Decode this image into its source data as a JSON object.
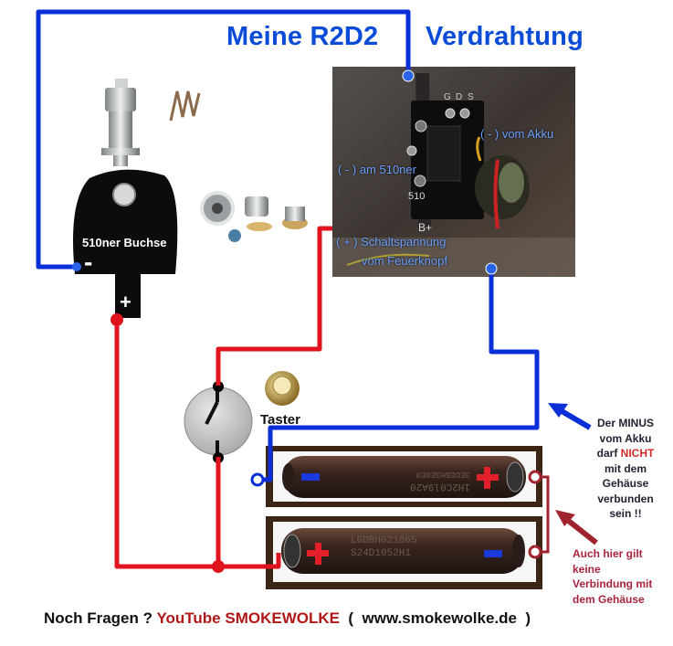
{
  "title": {
    "left": "Meine R2D2",
    "right": "Verdrahtung"
  },
  "labels": {
    "socket": "510ner Buchse",
    "socket_minus": "-",
    "socket_plus": "+",
    "button": "Taster",
    "board_510_minus": "( - ) am 510ner",
    "board_battery_minus": "( - ) vom Akku",
    "board_switch_voltage_1": "( + ) Schaltspannung",
    "board_switch_voltage_2": "vom Feuerknopf",
    "board_marks": {
      "g": "G",
      "d": "D",
      "s": "S",
      "b": "B+",
      "l": "510"
    }
  },
  "notes": {
    "minus_1": "Der MINUS",
    "minus_2": "vom Akku",
    "minus_3_pre": "darf ",
    "minus_3_em": "NICHT",
    "minus_4": "mit dem",
    "minus_5": "Gehäuse",
    "minus_6": "verbunden",
    "minus_7": "sein !!",
    "housing_1": "Auch hier gilt",
    "housing_2": "keine",
    "housing_3": "Verbindung mit",
    "housing_4": "dem Gehäuse"
  },
  "batteries": {
    "top_code_1": "1H2C0l9A20",
    "top_code_2": "3EDEBH3E0E0",
    "bottom_code_1": "LGDBHG21865",
    "bottom_code_2": "S24D1052H1",
    "plus": "+",
    "minus": "-"
  },
  "footer": {
    "p1": "Noch Fragen ? ",
    "p2": "YouTube",
    "p3": " ",
    "p4": "SMOKEWOLKE",
    "p5": "  (  www.smokewolke.de  )"
  },
  "colors": {
    "wire_blue": "#0b2fd6",
    "wire_red": "#e0141e",
    "title_blue": "#0a4bd8",
    "note_red": "#a8243e",
    "board_bg": "#4a3f3a"
  }
}
